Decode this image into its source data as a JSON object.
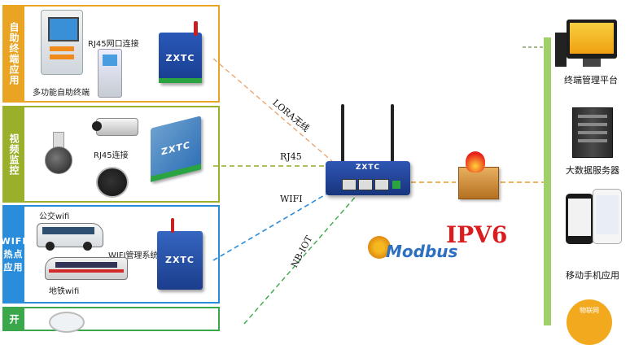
{
  "panels": [
    {
      "title": "自助终端应用",
      "label_a": "RJ45网口连接",
      "label_b": "多功能自助终端",
      "color": "#e8a422"
    },
    {
      "title": "视频监控",
      "label_a": "RJ45连接",
      "color": "#9ab02b"
    },
    {
      "title": "WIFI热点应用",
      "label_a": "公交wifi",
      "label_b": "WIFI管理系统",
      "label_c": "地铁wifi",
      "color": "#2a8ddc"
    },
    {
      "title": "开",
      "color": "#3aa84a"
    }
  ],
  "device_brand": "ZXTC",
  "router_brand": "ZXTC",
  "links": {
    "lora": "LORA无线",
    "rj45": "RJ45",
    "wifi": "WIFI",
    "nbiot": "NB-IOT"
  },
  "ipv6": "IPV6",
  "modbus": "Modbus",
  "right": {
    "item1": "终端管理平台",
    "item2": "大数据服务器",
    "item3": "移动手机应用",
    "badge": "物联网"
  },
  "colors": {
    "orange": "#e8a422",
    "olive": "#9ab02b",
    "blue": "#2a8ddc",
    "green": "#3aa84a",
    "right_bar": "#9fd06a",
    "ipv6": "#d81e1e",
    "modbus": "#2d6fc0"
  }
}
